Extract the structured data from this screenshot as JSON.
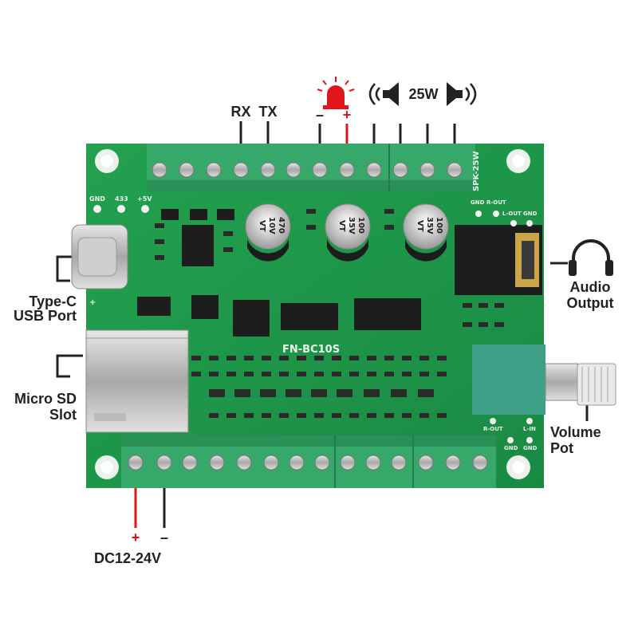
{
  "labels": {
    "rx": "RX",
    "tx": "TX",
    "alarm_minus": "–",
    "alarm_plus": "+",
    "speaker_power": "25W",
    "type_c_line1": "Type-C",
    "type_c_line2": "USB Port",
    "micro_sd_line1": "Micro SD",
    "micro_sd_line2": "Slot",
    "audio_line1": "Audio",
    "audio_line2": "Output",
    "volume_line1": "Volume",
    "volume_line2": "Pot",
    "dc_plus": "+",
    "dc_minus": "–",
    "dc_voltage": "DC12-24V"
  },
  "silkscreen": {
    "board_name": "FN-BC10S",
    "spk": "SPK-25W",
    "gnd_left": "GND",
    "p433": "433",
    "p5v": "+5V",
    "gnd_r": "GND",
    "r_out_top": "R-OUT",
    "l_out": "L-OUT",
    "gnd_r2": "GND",
    "r_out_bottom": "R-OUT",
    "l_in": "L-IN",
    "gnd_bottom": "GND",
    "gnd_bottom2": "GND",
    "plus_mark": "+",
    "cap1_line1": "470",
    "cap1_line2": "10V",
    "cap1_line3": "VT",
    "cap2_line1": "100",
    "cap2_line2": "35V",
    "cap2_line3": "VT",
    "cap3_line1": "100",
    "cap3_line2": "35V",
    "cap3_line3": "VT"
  },
  "icons": [
    "alarm-light-icon",
    "speaker-left-icon",
    "speaker-right-icon",
    "headphones-icon"
  ],
  "colors": {
    "pcb": "#1f9a4a",
    "terminal": "#36a86a",
    "red_lead": "#e0141b",
    "pot_body": "#3e9e86"
  }
}
